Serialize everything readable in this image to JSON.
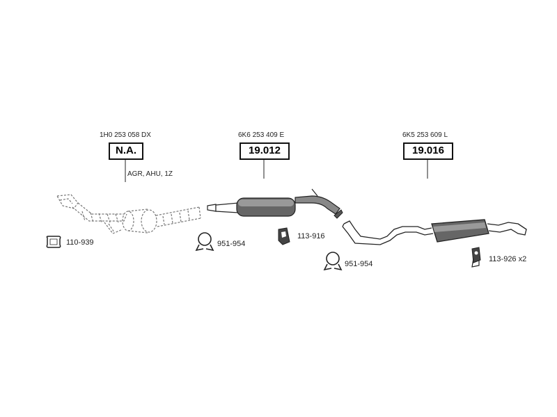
{
  "parts": [
    {
      "oe_number": "1H0 253 058 DX",
      "ref": "N.A.",
      "note": "AGR, AHU, 1Z"
    },
    {
      "oe_number": "6K6 253 409 E",
      "ref": "19.012"
    },
    {
      "oe_number": "6K5 253 609 L",
      "ref": "19.016"
    }
  ],
  "fittings": [
    {
      "code": "110-939"
    },
    {
      "code": "951-954"
    },
    {
      "code": "113-916"
    },
    {
      "code": "951-954"
    },
    {
      "code": "113-926 x2"
    }
  ],
  "colors": {
    "line": "#222222",
    "shade": "#555555",
    "dashed": "#777777"
  }
}
